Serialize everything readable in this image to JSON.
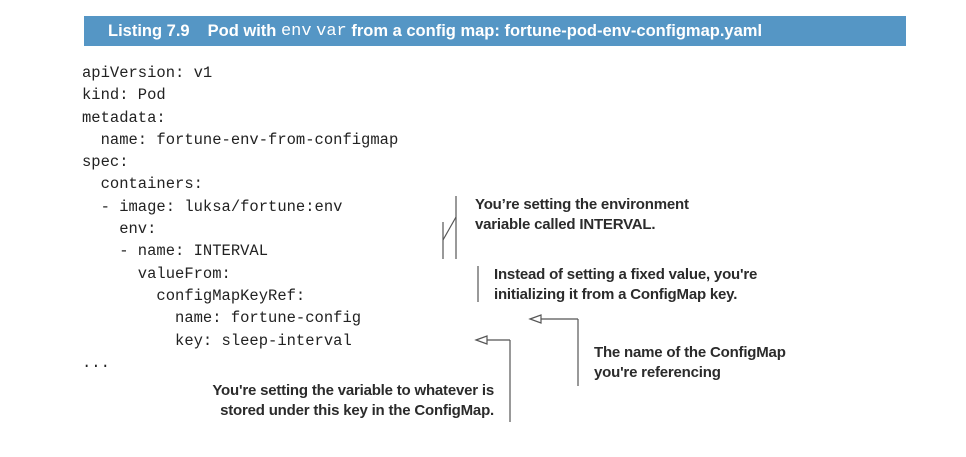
{
  "listing": {
    "number": "Listing 7.9",
    "title_part1": "Pod with",
    "title_code1": "env",
    "title_code2": "var",
    "title_part2": "from a config map: fortune-pod-env-configmap.yaml"
  },
  "code_lines": [
    "apiVersion: v1",
    "kind: Pod",
    "metadata:",
    "  name: fortune-env-from-configmap",
    "spec:",
    "  containers:",
    "  - image: luksa/fortune:env",
    "    env:",
    "    - name: INTERVAL",
    "      valueFrom:",
    "        configMapKeyRef:",
    "          name: fortune-config",
    "          key: sleep-interval",
    "..."
  ],
  "annotations": [
    {
      "lines": [
        "You’re setting the environment",
        "variable called INTERVAL."
      ]
    },
    {
      "lines": [
        "Instead of setting a fixed value, you're",
        "initializing it from a ConfigMap key."
      ]
    },
    {
      "lines": [
        "The name of the ConfigMap",
        "you're referencing"
      ]
    },
    {
      "lines": [
        "You're setting the variable to whatever is",
        "stored under this key in the ConfigMap."
      ]
    }
  ],
  "colors": {
    "header_bg": "#5596c5",
    "header_text": "#ffffff",
    "code_text": "#222222",
    "annotation_text": "#2b2b2b",
    "callout_line": "#555555"
  }
}
